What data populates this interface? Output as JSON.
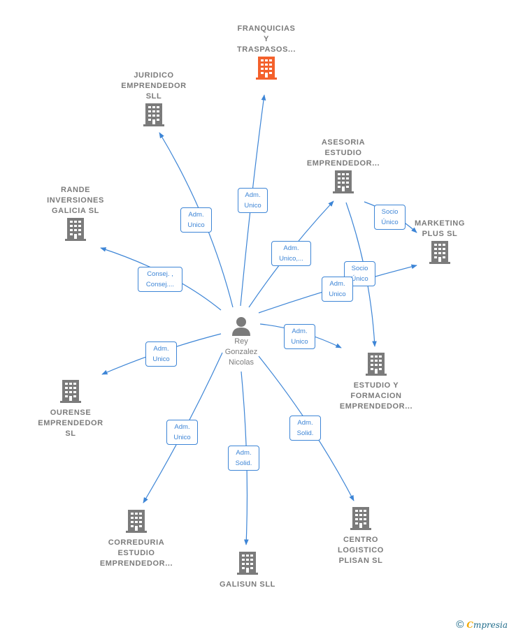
{
  "colors": {
    "edge": "#3d85d6",
    "building": "#7b7b7b",
    "highlight": "#f4612c",
    "label": "#7b7b7b"
  },
  "person": {
    "name": "Rey\nGonzalez\nNicolas",
    "icon": "person-icon"
  },
  "companies": [
    {
      "id": "franquicias",
      "label": "FRANQUICIAS\nY\nTRASPASOS...",
      "highlight": true
    },
    {
      "id": "juridico",
      "label": "JURIDICO\nEMPRENDEDOR\nSLL"
    },
    {
      "id": "asesoria",
      "label": "ASESORIA\nESTUDIO\nEMPRENDEDOR..."
    },
    {
      "id": "rande",
      "label": "RANDE\nINVERSIONES\nGALICIA  SL"
    },
    {
      "id": "marketing",
      "label": "MARKETING\nPLUS  SL"
    },
    {
      "id": "estudio",
      "label": "ESTUDIO Y\nFORMACION\nEMPRENDEDOR..."
    },
    {
      "id": "ourense",
      "label": "OURENSE\nEMPRENDEDOR\nSL"
    },
    {
      "id": "correduria",
      "label": "CORREDURIA\nESTUDIO\nEMPRENDEDOR..."
    },
    {
      "id": "galisun",
      "label": "GALISUN  SLL"
    },
    {
      "id": "centro",
      "label": "CENTRO\nLOGISTICO\nPLISAN  SL"
    }
  ],
  "relations": [
    {
      "id": "r-franquicias",
      "label": "Adm.\nUnico"
    },
    {
      "id": "r-juridico",
      "label": "Adm.\nUnico"
    },
    {
      "id": "r-rande",
      "label": "Consej. ,\nConsej...."
    },
    {
      "id": "r-asesoria",
      "label": "Adm.\nUnico,..."
    },
    {
      "id": "r-asesoria-marketing",
      "label": "Socio\nÚnico"
    },
    {
      "id": "r-asesoria-estudio",
      "label": "Socio\nÚnico"
    },
    {
      "id": "r-marketing",
      "label": "Adm.\nUnico"
    },
    {
      "id": "r-estudio",
      "label": "Adm.\nUnico"
    },
    {
      "id": "r-ourense",
      "label": "Adm.\nUnico"
    },
    {
      "id": "r-correduria",
      "label": "Adm.\nUnico"
    },
    {
      "id": "r-galisun",
      "label": "Adm.\nSolid."
    },
    {
      "id": "r-centro",
      "label": "Adm.\nSolid."
    }
  ],
  "footer": {
    "copyright": "©",
    "brand_initial": "C",
    "brand_rest": "mpresia"
  }
}
